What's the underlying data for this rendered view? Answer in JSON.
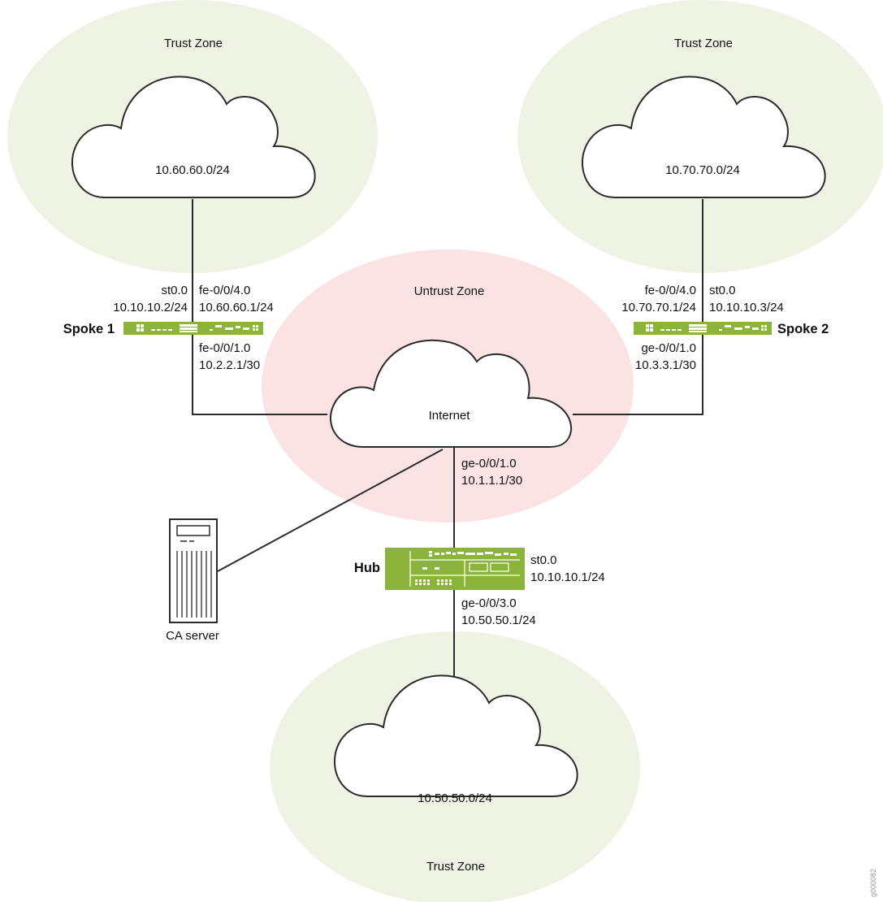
{
  "colors": {
    "trust_zone": "#eef3e4",
    "untrust_zone": "#fbe3e3",
    "device_green": "#8cb43c",
    "line": "#2b2b2b"
  },
  "zones": {
    "trust_left": "Trust Zone",
    "trust_right": "Trust Zone",
    "trust_bottom": "Trust Zone",
    "untrust": "Untrust Zone"
  },
  "networks": {
    "left": "10.60.60.0/24",
    "right": "10.70.70.0/24",
    "bottom": "10.50.50.0/24",
    "internet": "Internet"
  },
  "devices": {
    "spoke1": {
      "name": "Spoke 1",
      "st_if": "st0.0",
      "st_ip": "10.10.10.2/24",
      "lan_if": "fe-0/0/4.0",
      "lan_ip": "10.60.60.1/24",
      "wan_if": "fe-0/0/1.0",
      "wan_ip": "10.2.2.1/30"
    },
    "spoke2": {
      "name": "Spoke 2",
      "st_if": "st0.0",
      "st_ip": "10.10.10.3/24",
      "lan_if": "fe-0/0/4.0",
      "lan_ip": "10.70.70.1/24",
      "wan_if": "ge-0/0/1.0",
      "wan_ip": "10.3.3.1/30"
    },
    "hub": {
      "name": "Hub",
      "wan_if": "ge-0/0/1.0",
      "wan_ip": "10.1.1.1/30",
      "st_if": "st0.0",
      "st_ip": "10.10.10.1/24",
      "lan_if": "ge-0/0/3.0",
      "lan_ip": "10.50.50.1/24"
    },
    "ca_server": {
      "name": "CA server",
      "icon": "server-icon"
    }
  },
  "watermark": "g000082"
}
